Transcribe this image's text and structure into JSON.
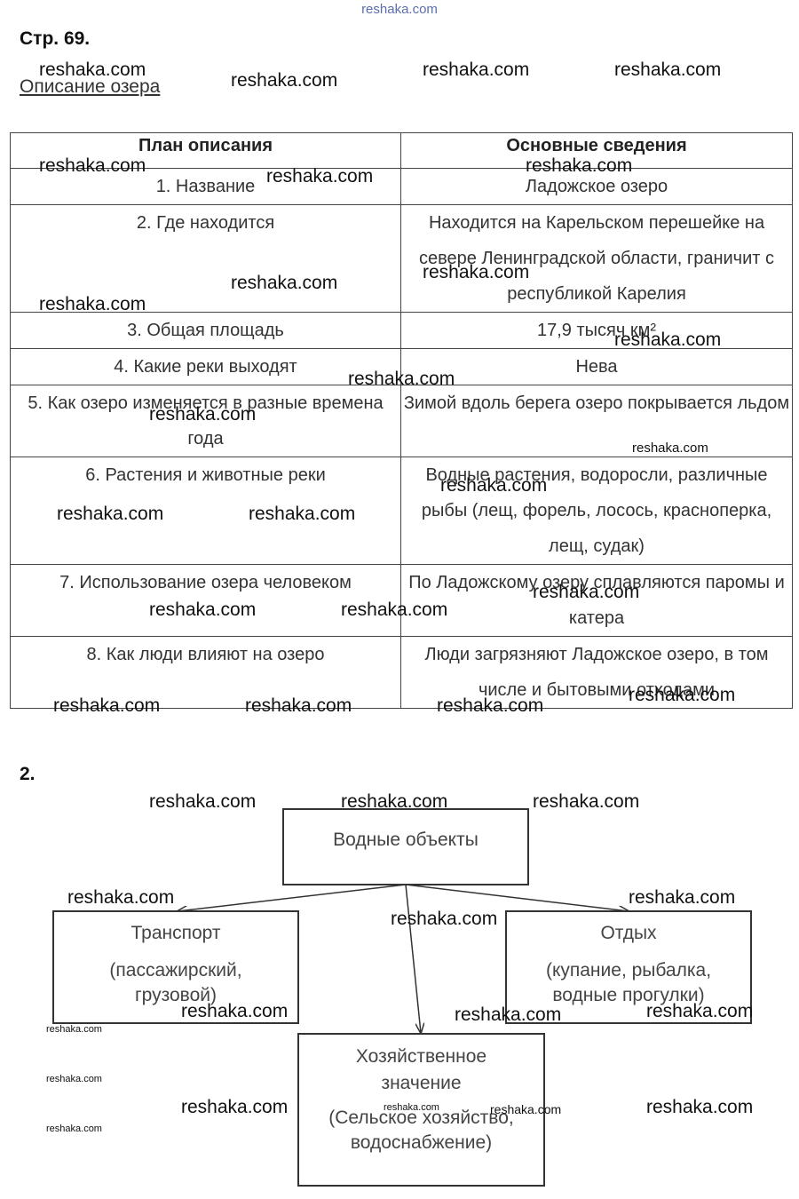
{
  "top_watermark": "reshaka.com",
  "heading": "Стр. 69.",
  "subtitle": "Описание озера",
  "table": {
    "headers": [
      "План описания",
      "Основные сведения"
    ],
    "rows": [
      {
        "plan": "1.  Название",
        "info": "Ладожское озеро"
      },
      {
        "plan": "2.  Где находится",
        "info": "Находится на Карельском перешейке на севере Ленинградской области, граничит с республикой Карелия"
      },
      {
        "plan": "3.  Общая площадь",
        "info": "17,9 тысяч км²"
      },
      {
        "plan": "4.  Какие реки выходят",
        "info": "Нева"
      },
      {
        "plan": "5.  Как озеро изменяется в разные времена года",
        "info": "Зимой вдоль берега озеро покрывается льдом"
      },
      {
        "plan": "6.  Растения и животные реки",
        "info": "Водные растения, водоросли, различные рыбы (лещ, форель, лосось, красноперка, лещ, судак)"
      },
      {
        "plan": "7.  Использование озера человеком",
        "info": "По Ладожскому озеру сплавляются паромы и катера"
      },
      {
        "plan": "8.  Как люди влияют на озеро",
        "info": "Люди загрязняют Ладожское озеро, в том числе и бытовыми отходами"
      }
    ]
  },
  "task2": "2.",
  "diagram": {
    "root": "Водные объекты",
    "transport": {
      "title": "Транспорт",
      "detail": "(пассажирский, грузовой)"
    },
    "rest": {
      "title": "Отдых",
      "detail": "(купание, рыбалка, водные прогулки)"
    },
    "economy": {
      "title": "Хозяйственное значение",
      "detail": "(Сельское хозяйство, водоснабжение)"
    }
  },
  "watermark": "reshaka.com"
}
